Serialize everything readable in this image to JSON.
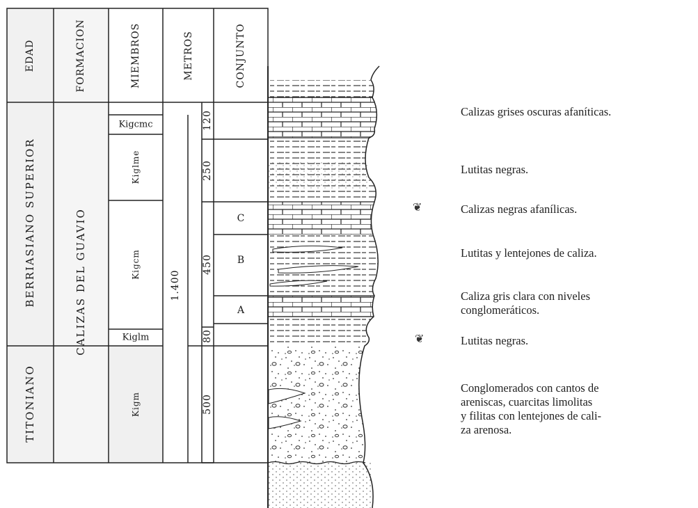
{
  "headers": {
    "edad": "EDAD",
    "formacion": "FORMACION",
    "miembros": "MIEMBROS",
    "metros": "METROS",
    "conjunto": "CONJUNTO"
  },
  "ages": {
    "upper": "BERRIASIANO  SUPERIOR",
    "lower": "TITONIANO"
  },
  "formation": "CALIZAS DEL GUAVIO",
  "members": {
    "kigcme": "Kigcmc",
    "kiglme": "Kiglme",
    "kigcm": "Kigcm",
    "kiglm": "Kiglm",
    "kigm": "Kigm"
  },
  "metros": {
    "total": "1.400",
    "kigcme": "120",
    "kiglme": "250",
    "kigcm": "450",
    "kiglm": "80",
    "kigm": "500"
  },
  "conjuntos": {
    "c": "C",
    "b": "B",
    "a": "A"
  },
  "descriptions": {
    "d1": "Calizas grises oscuras afaníticas.",
    "d2": "Lutitas negras.",
    "d3": "Calizas  negras afanílicas.",
    "d4": "Lutitas  y  lentejones  de  caliza.",
    "d5a": "Caliza  gris  clara  con  niveles",
    "d5b": "conglomeráticos.",
    "d6": "Lutitas negras.",
    "d7a": "Conglomerados  con  cantos  de",
    "d7b": "areniscas,  cuarcitas    limolitas",
    "d7c": "y  filitas con lentejones de cali-",
    "d7d": "za arenosa."
  },
  "fossil_icons": [
    "fossil-icon",
    "fossil-icon"
  ]
}
